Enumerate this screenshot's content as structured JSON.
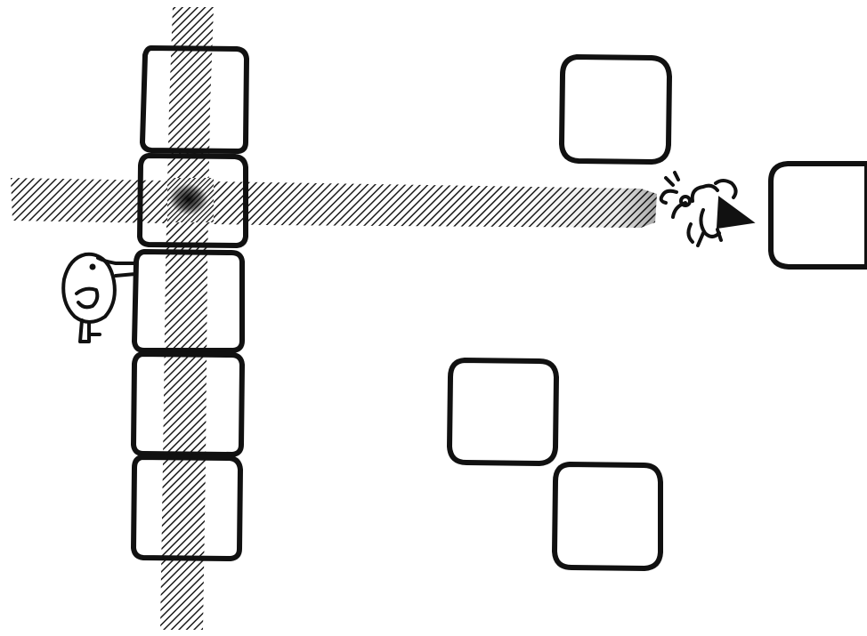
{
  "scene": {
    "style": "hand-drawn sketch",
    "colors": {
      "background": "#ffffff",
      "ink": "#111111",
      "beam_hatch": "#1a1a1a",
      "beam_overlap": "#000000"
    },
    "beams": [
      {
        "id": "vertical-beam",
        "orientation": "vertical"
      },
      {
        "id": "horizontal-beam",
        "orientation": "horizontal"
      }
    ],
    "tile_column": {
      "count": 5
    },
    "loose_tiles": {
      "count": 4
    },
    "characters": [
      {
        "id": "bird",
        "icon": "bird-icon"
      },
      {
        "id": "bug",
        "icon": "bug-creature-icon"
      }
    ]
  }
}
